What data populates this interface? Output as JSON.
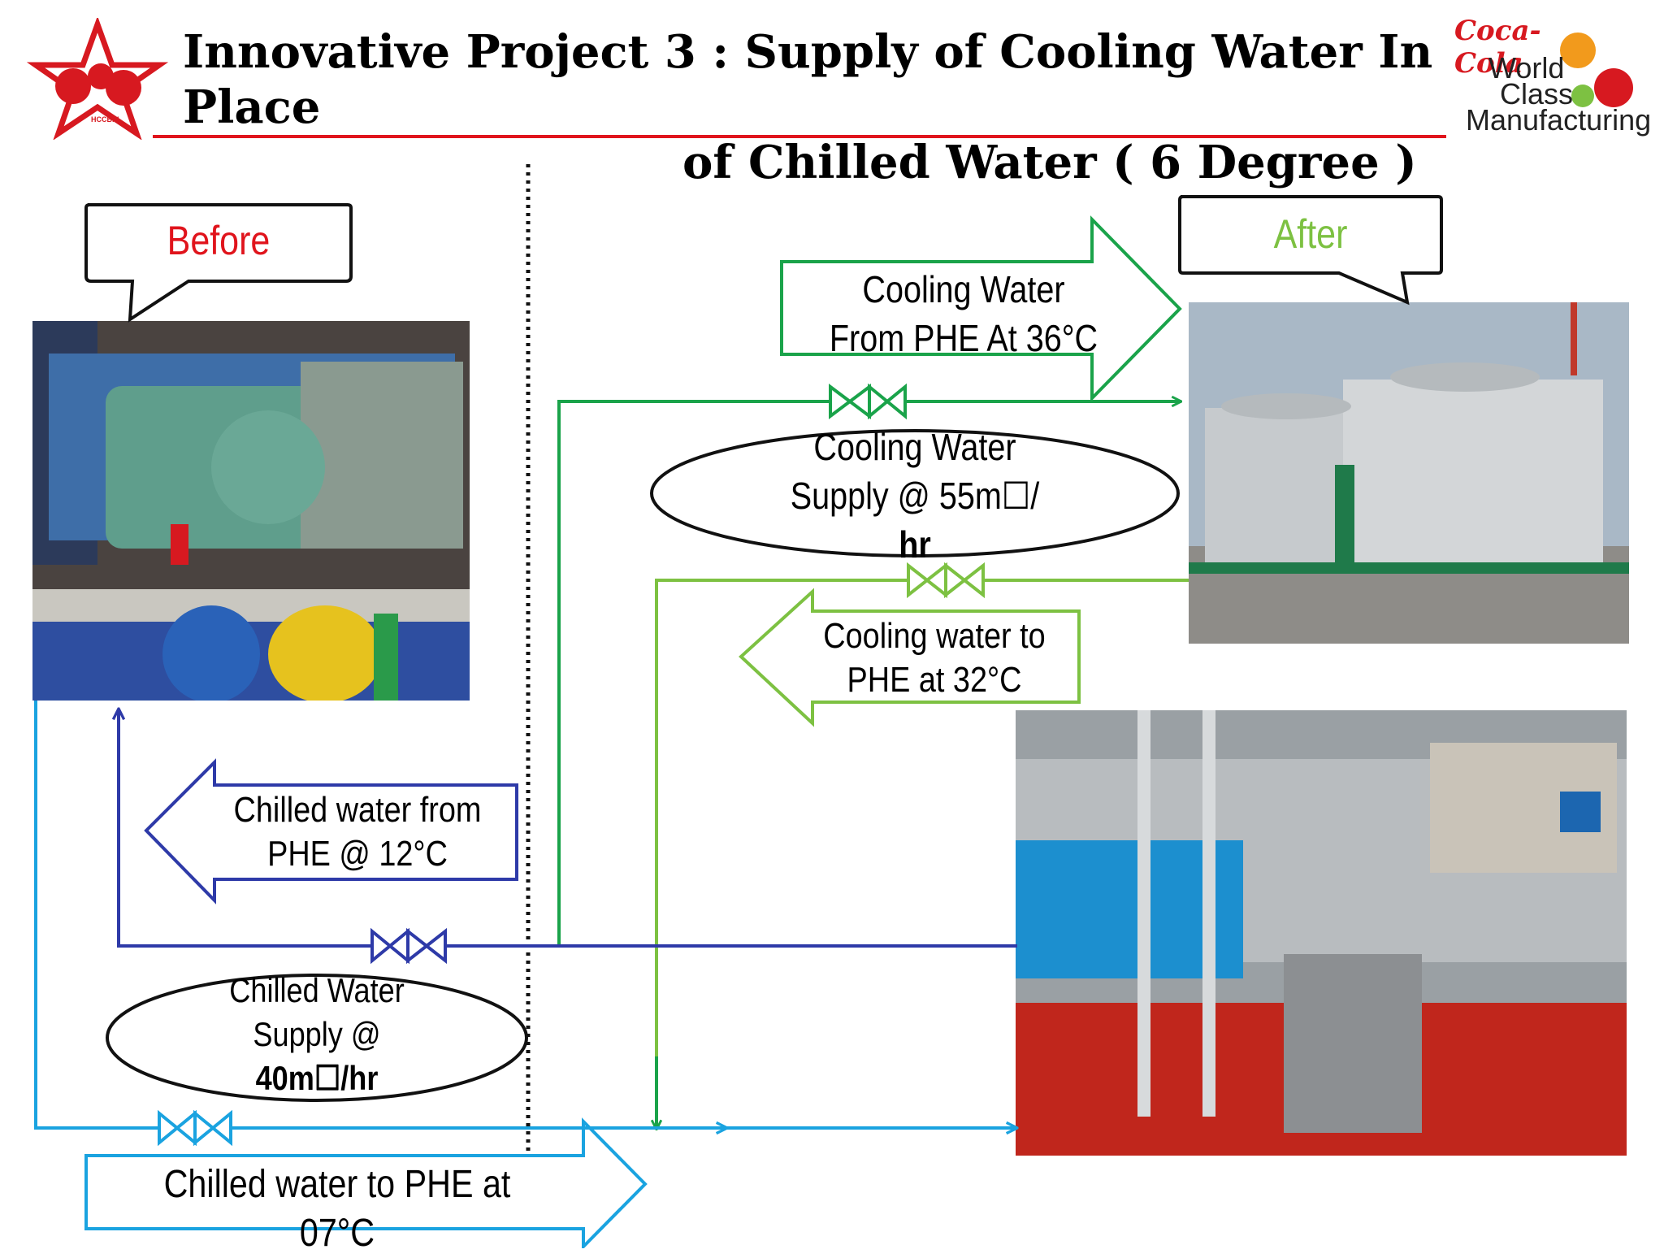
{
  "header": {
    "title_line1": "Innovative Project 3 : Supply of Cooling Water In Place",
    "title_line2": "of Chilled Water ( 6 Degree )",
    "left_logo_text": "HCCBPL",
    "right_logo": {
      "brand": "Coca-Cola",
      "line1": "World",
      "line2": "Class",
      "line3": "Manufacturing"
    }
  },
  "callouts": {
    "before": "Before",
    "after": "After"
  },
  "arrows": {
    "cooling_water_from_phe": {
      "line1": "Cooling Water",
      "line2": "From PHE At 36°C"
    },
    "cooling_water_to_phe": {
      "line1": "Cooling water to",
      "line2": "PHE at 32°C"
    },
    "chilled_water_from_phe": {
      "line1": "Chilled water from",
      "line2": "PHE @ 12°C"
    },
    "chilled_water_to_phe": {
      "line1": "Chilled water to PHE at 07°C"
    }
  },
  "ellipses": {
    "cooling_supply": {
      "line1": "Cooling Water",
      "line2": "Supply @ 55m☐/",
      "line3": "hr"
    },
    "chilled_supply": {
      "line1": "Chilled Water",
      "line2": "Supply @",
      "line3": "40m☐/hr"
    }
  },
  "colors": {
    "title_rule": "#e0141c",
    "before_label": "#e0141c",
    "after_label": "#7dc142",
    "cooling_line_dark": "#1aa34a",
    "cooling_line_light": "#7dc142",
    "chilled_return_line": "#2e3aa8",
    "chilled_supply_line": "#1aa3e0"
  },
  "photos": {
    "before": "chiller-compressor-photo",
    "after": "cooling-tower-photo",
    "phe": "plate-heat-exchanger-photo"
  }
}
